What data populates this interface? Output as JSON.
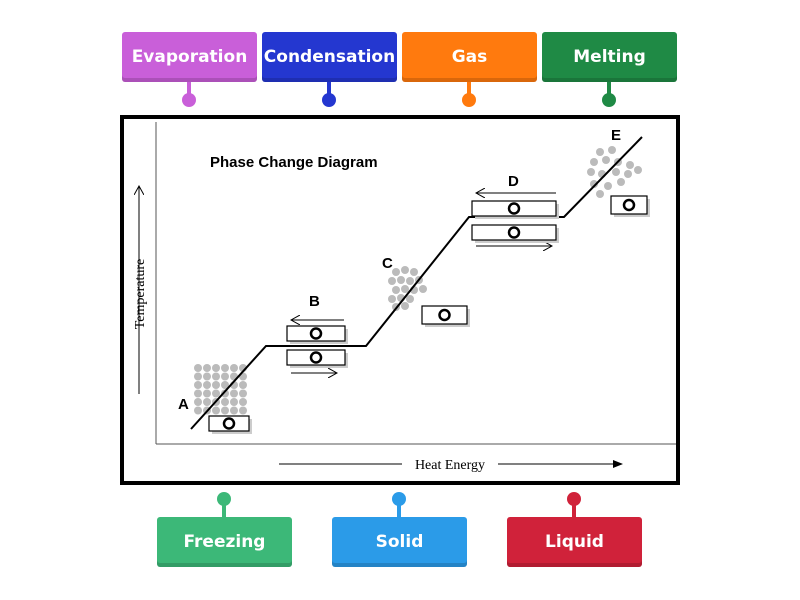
{
  "top_labels": [
    {
      "text": "Evaporation",
      "color": "#c95fd9"
    },
    {
      "text": "Condensation",
      "color": "#2437d0"
    },
    {
      "text": "Gas",
      "color": "#ff7a0e"
    },
    {
      "text": "Melting",
      "color": "#1f8a45"
    }
  ],
  "bottom_labels": [
    {
      "text": "Freezing",
      "color": "#3cb878"
    },
    {
      "text": "Solid",
      "color": "#2b9be8"
    },
    {
      "text": "Liquid",
      "color": "#d0223a"
    }
  ],
  "diagram": {
    "title": "Phase Change Diagram",
    "y_axis": "Temperature",
    "x_axis": "Heat Energy",
    "points": [
      "A",
      "B",
      "C",
      "D",
      "E"
    ]
  }
}
